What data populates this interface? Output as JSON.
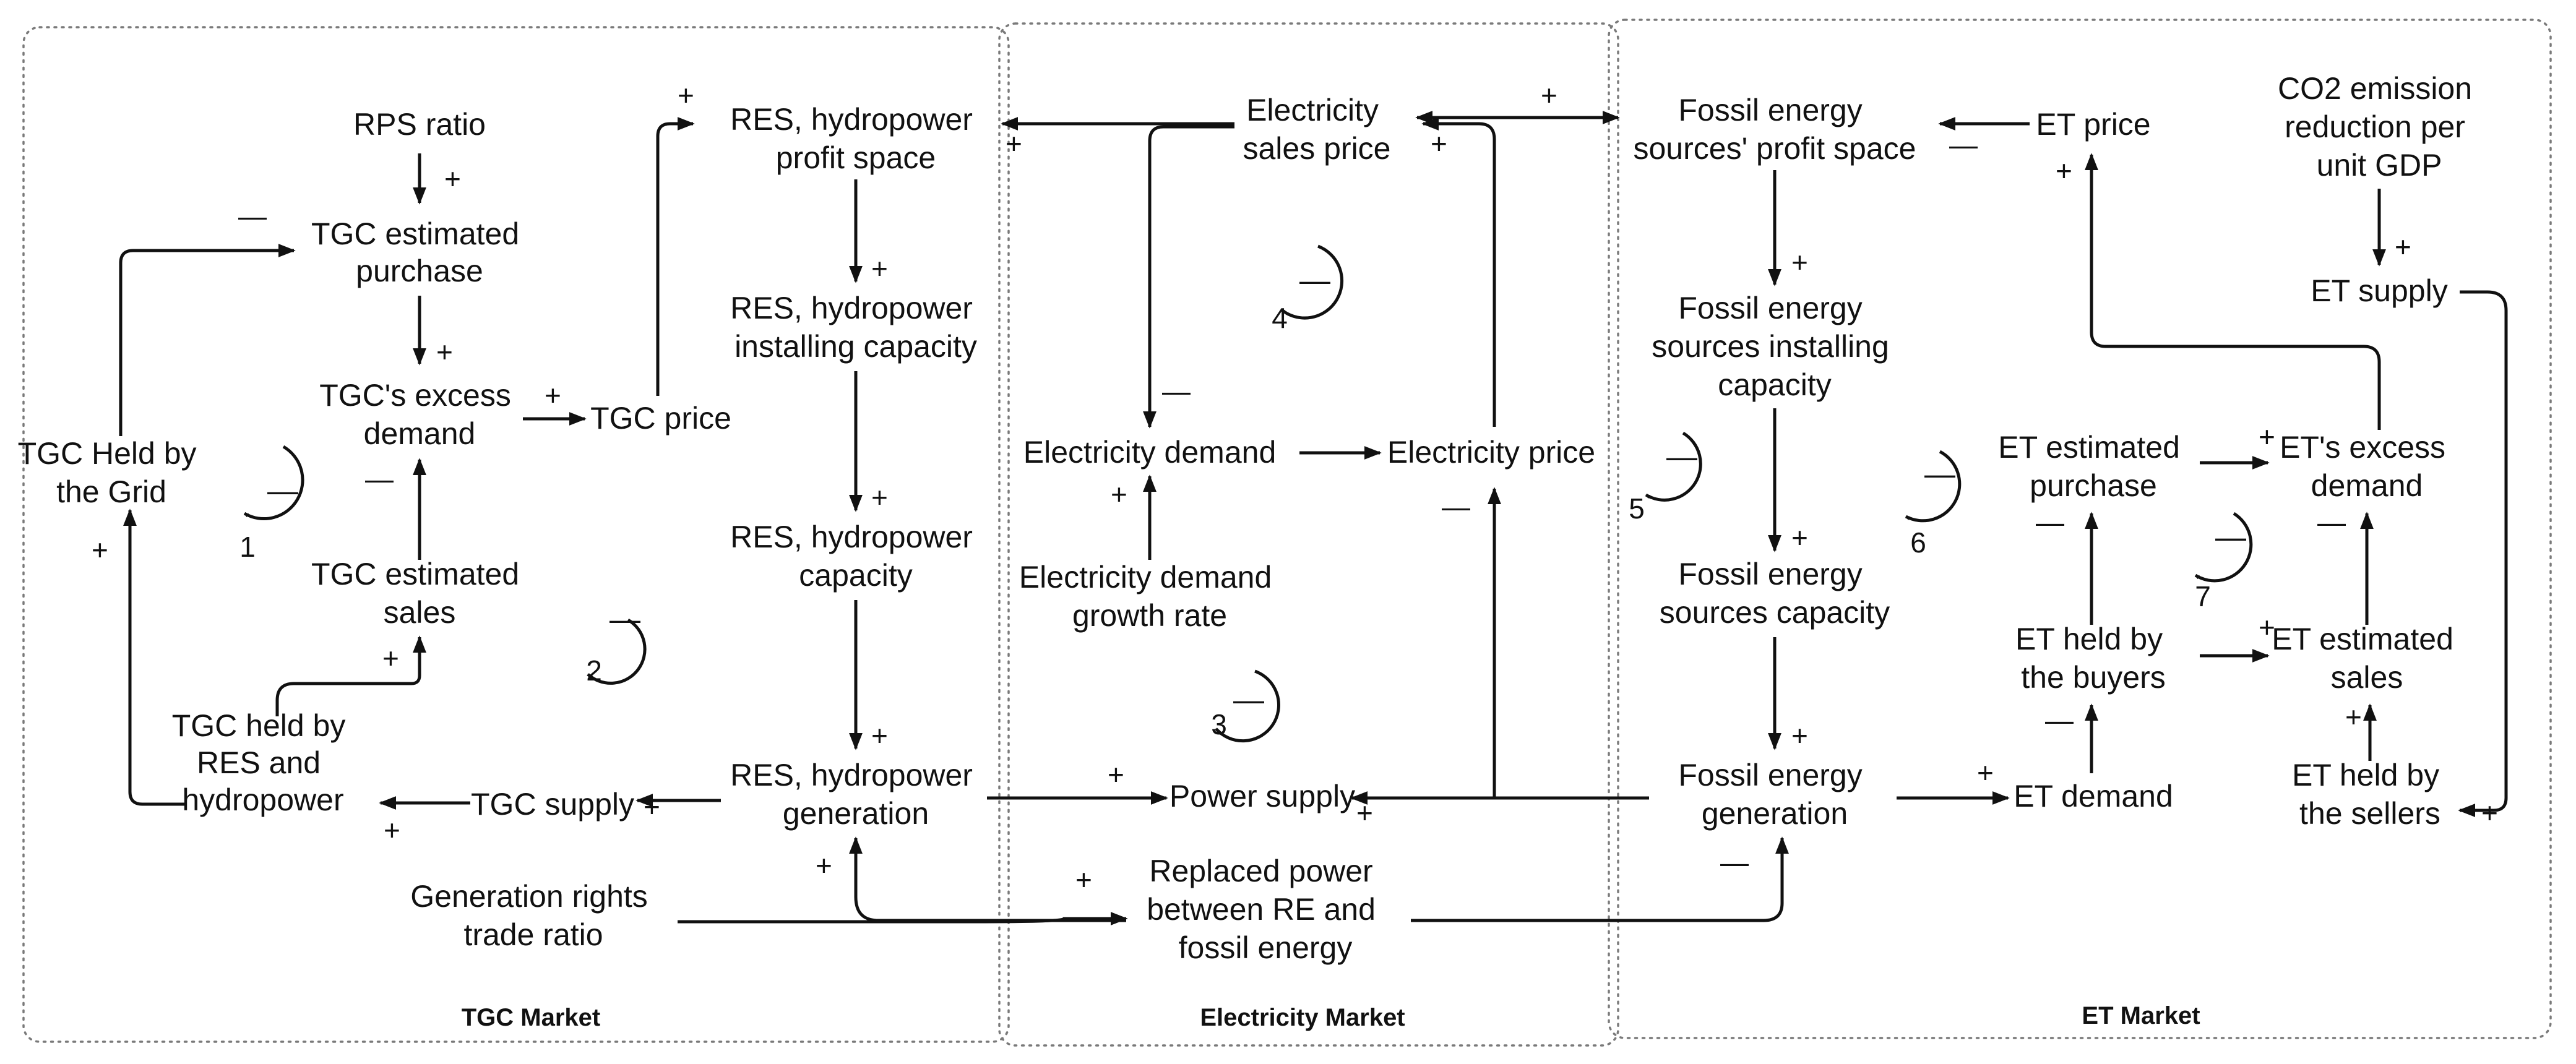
{
  "markets": {
    "tgc": "TGC Market",
    "electricity": "Electricity Market",
    "et": "ET Market"
  },
  "nodes": {
    "rps_ratio": [
      "RPS ratio"
    ],
    "tgc_est_purchase": [
      "TGC estimated",
      "purchase"
    ],
    "tgc_excess_demand": [
      "TGC's excess",
      "demand"
    ],
    "tgc_price": [
      "TGC price"
    ],
    "tgc_held_grid": [
      "TGC Held by",
      "the Grid"
    ],
    "tgc_est_sales": [
      "TGC estimated",
      "sales"
    ],
    "tgc_held_res": [
      "TGC held by",
      "RES and",
      "hydropower"
    ],
    "tgc_supply": [
      "TGC supply"
    ],
    "gen_rights": [
      "Generation rights",
      "trade ratio"
    ],
    "res_profit": [
      "RES, hydropower",
      "profit space"
    ],
    "res_install": [
      "RES, hydropower",
      "installing capacity"
    ],
    "res_capacity": [
      "RES, hydropower",
      "capacity"
    ],
    "res_generation": [
      "RES, hydropower",
      "generation"
    ],
    "elec_sales_price": [
      "Electricity",
      "sales price"
    ],
    "elec_demand": [
      "Electricity demand"
    ],
    "elec_price": [
      "Electricity price"
    ],
    "elec_growth": [
      "Electricity demand",
      "growth rate"
    ],
    "power_supply": [
      "Power supply"
    ],
    "replaced_power": [
      "Replaced power",
      "between RE and",
      "fossil energy"
    ],
    "fossil_profit": [
      "Fossil energy",
      "sources' profit space"
    ],
    "fossil_install": [
      "Fossil energy",
      "sources installing",
      "capacity"
    ],
    "fossil_capacity": [
      "Fossil energy",
      "sources capacity"
    ],
    "fossil_generation": [
      "Fossil energy",
      "generation"
    ],
    "et_price": [
      "ET price"
    ],
    "co2": [
      "CO2 emission",
      "reduction per",
      "unit GDP"
    ],
    "et_supply": [
      "ET supply"
    ],
    "et_est_purchase": [
      "ET estimated",
      "purchase"
    ],
    "et_excess_demand": [
      "ET's excess",
      "demand"
    ],
    "et_held_buyers": [
      "ET held by",
      "the buyers"
    ],
    "et_est_sales": [
      "ET estimated",
      "sales"
    ],
    "et_demand": [
      "ET demand"
    ],
    "et_held_sellers": [
      "ET held by",
      "the sellers"
    ]
  },
  "loops": [
    "1",
    "2",
    "3",
    "4",
    "5",
    "6",
    "7"
  ],
  "signs": {
    "plus": "+",
    "minus": "—"
  }
}
